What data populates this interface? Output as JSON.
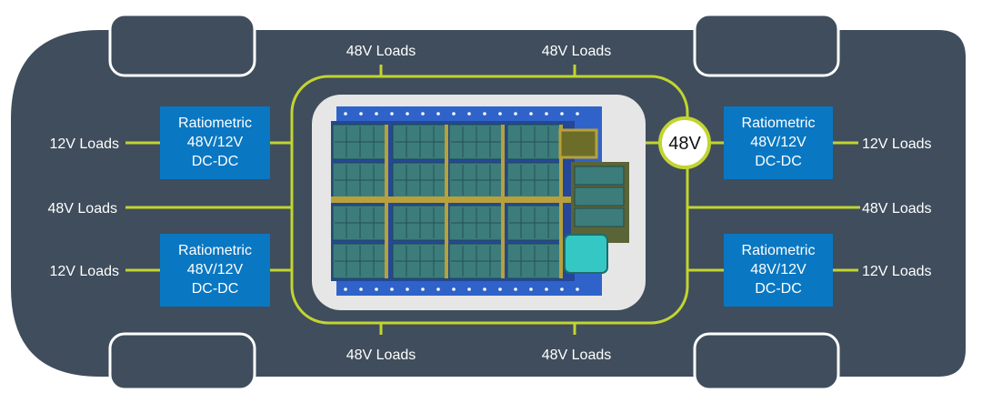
{
  "labels": {
    "load_48v": "48V Loads",
    "load_12v": "12V Loads",
    "converter_line1": "Ratiometric",
    "converter_line2": "48V/12V",
    "converter_line3": "DC-DC",
    "bus_voltage": "48V"
  },
  "colors": {
    "chassis": "#3f4d5c",
    "bus": "#c2d430",
    "converter": "#0a77c2",
    "text_light": "#ffffff",
    "pack_frame": "#2f63c9",
    "pack_cell": "#3c7d7c",
    "pack_tray": "#e6e6e6",
    "interconnect": "#b8a03a",
    "junction_box": "#35c7c4"
  }
}
